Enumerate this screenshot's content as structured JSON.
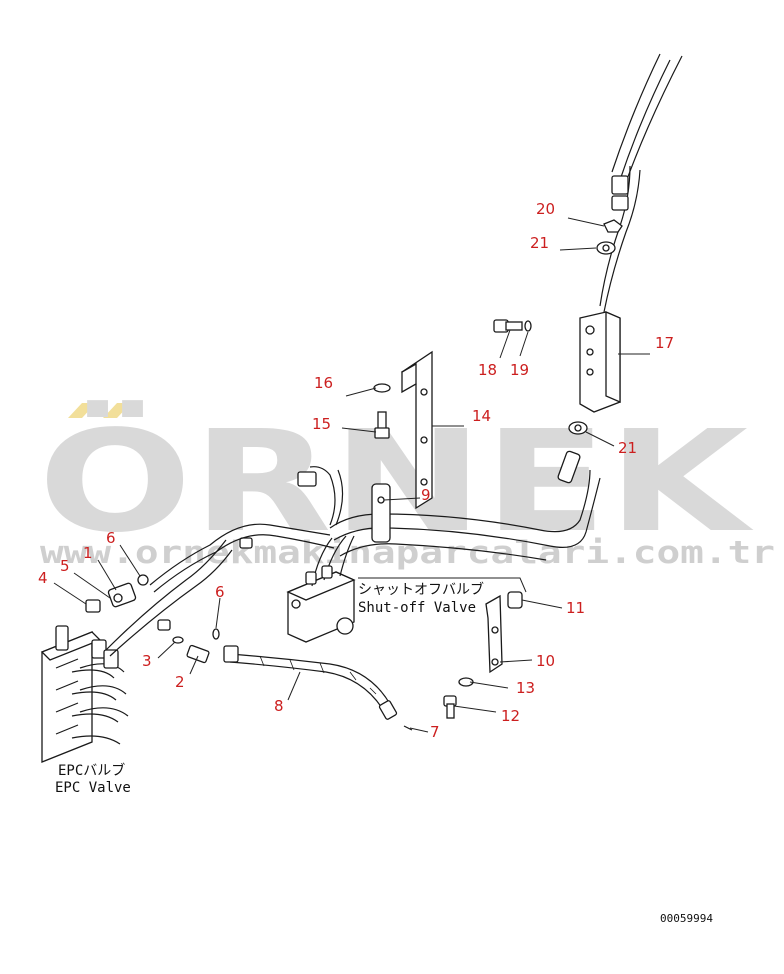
{
  "watermark": {
    "letters": "ÖRNEK",
    "url": "www.ornekmakinaparcalari.com.tr",
    "color": "#d9d9d9",
    "accent": "#f2df9a"
  },
  "callout_color": "#cc1f1f",
  "callouts": [
    "1",
    "2",
    "3",
    "4",
    "5",
    "6",
    "6",
    "7",
    "8",
    "9",
    "10",
    "11",
    "12",
    "13",
    "14",
    "15",
    "16",
    "17",
    "18",
    "19",
    "20",
    "21",
    "21"
  ],
  "captions": {
    "epc_jp": "EPCバルブ",
    "epc_en": "EPC Valve",
    "shutoff_jp": "シャットオフバルブ",
    "shutoff_en": "Shut-off Valve"
  },
  "doc_number": "00059994"
}
